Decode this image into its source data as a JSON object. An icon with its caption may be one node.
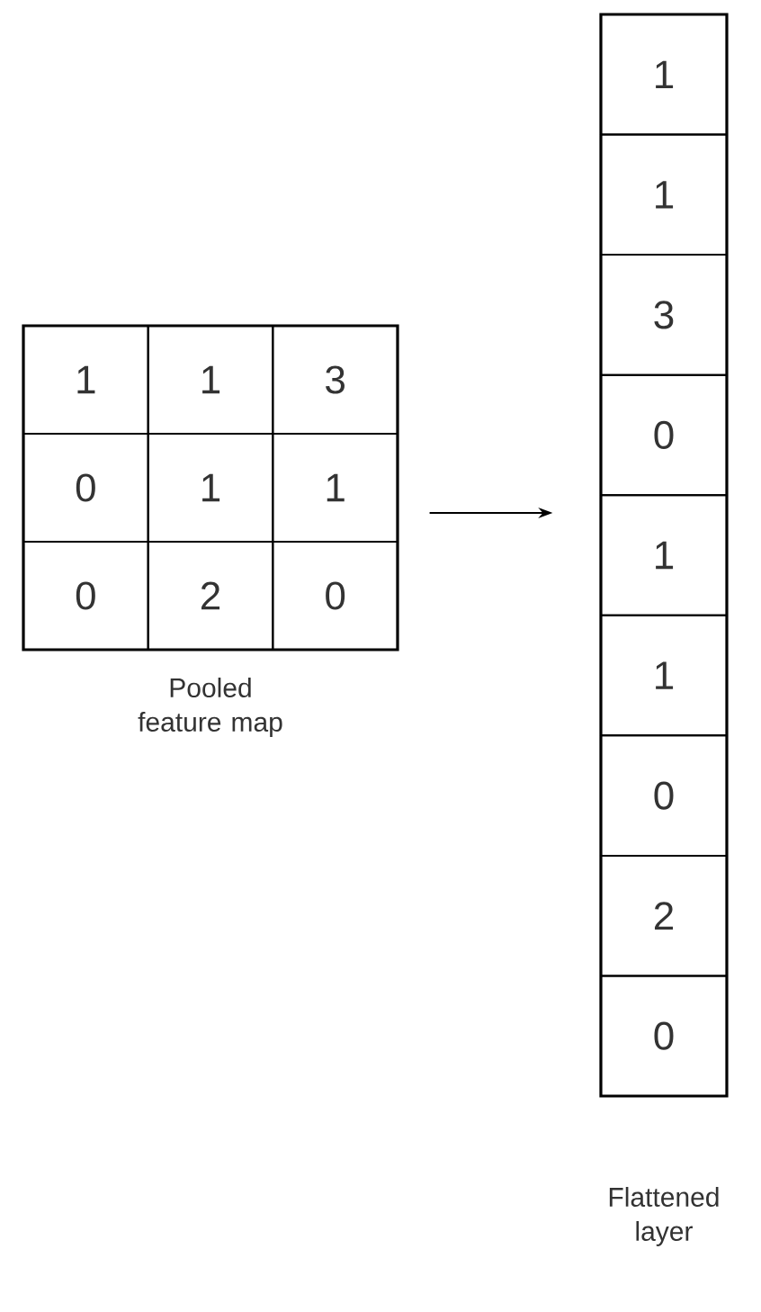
{
  "diagram": {
    "nodes": [
      {
        "text": [],
        "shape": "box"
      },
      {
        "text": [
          "1"
        ],
        "in": 0
      },
      {
        "text": [
          "1"
        ],
        "in": 0
      },
      {
        "text": [
          "3"
        ],
        "in": 0
      },
      {
        "text": [
          "0"
        ],
        "in": 0
      },
      {
        "text": [
          "1"
        ],
        "in": 0
      },
      {
        "text": [
          "1"
        ],
        "in": 0
      },
      {
        "text": [
          "0"
        ],
        "in": 0
      },
      {
        "text": [
          "2"
        ],
        "in": 0
      },
      {
        "text": [
          "0"
        ],
        "in": 0
      },
      {
        "text": [],
        "shape": "box"
      },
      {
        "text": [
          "1"
        ],
        "in": 10
      },
      {
        "text": [
          "1"
        ],
        "in": 10
      },
      {
        "text": [
          "3"
        ],
        "in": 10
      },
      {
        "text": [
          "0"
        ],
        "in": 10
      },
      {
        "text": [
          "1"
        ],
        "in": 10
      },
      {
        "text": [
          "1"
        ],
        "in": 10
      },
      {
        "text": [
          "0"
        ],
        "in": 10
      },
      {
        "text": [
          "2"
        ],
        "in": 10
      },
      {
        "text": [
          "0"
        ],
        "in": 10
      }
    ],
    "edges": [
      {
        "from": 0,
        "to": 10,
        "arrow": "to"
      }
    ],
    "labels": [
      "Pooled feature map",
      "Flattened layer"
    ]
  }
}
